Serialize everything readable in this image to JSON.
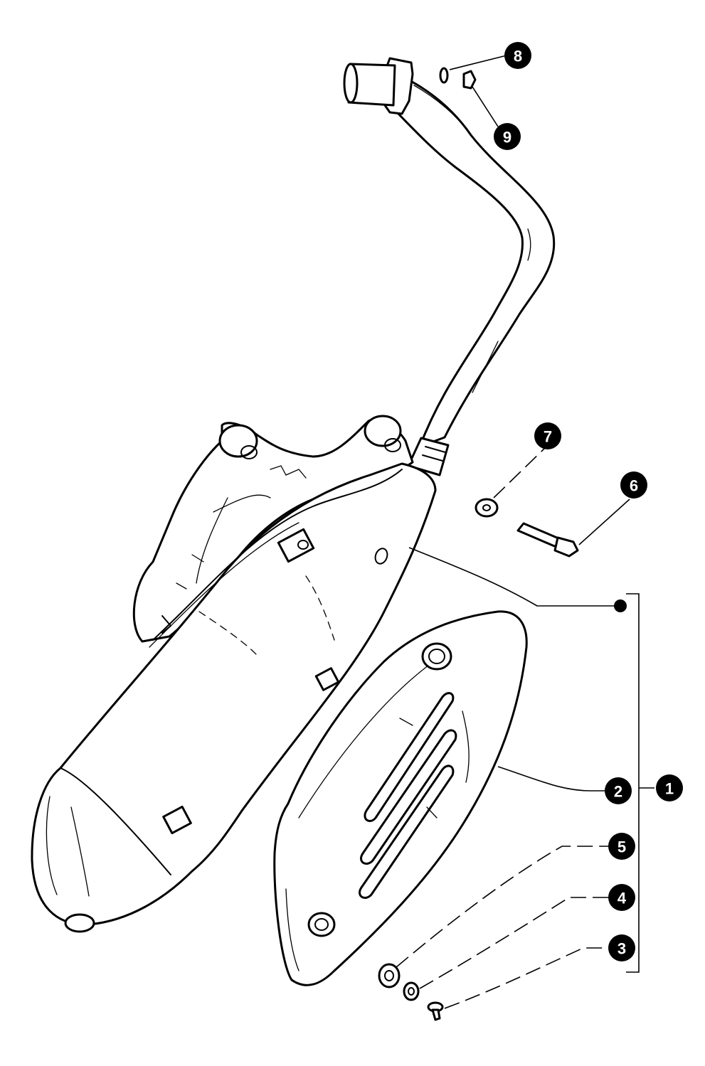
{
  "callouts": [
    {
      "id": "c1",
      "label": "1"
    },
    {
      "id": "c2",
      "label": "2"
    },
    {
      "id": "c3",
      "label": "3"
    },
    {
      "id": "c4",
      "label": "4"
    },
    {
      "id": "c5",
      "label": "5"
    },
    {
      "id": "c6",
      "label": "6"
    },
    {
      "id": "c7",
      "label": "7"
    },
    {
      "id": "c8",
      "label": "8"
    },
    {
      "id": "c9",
      "label": "9"
    }
  ],
  "colors": {
    "ink": "#000000",
    "paper": "#ffffff"
  }
}
